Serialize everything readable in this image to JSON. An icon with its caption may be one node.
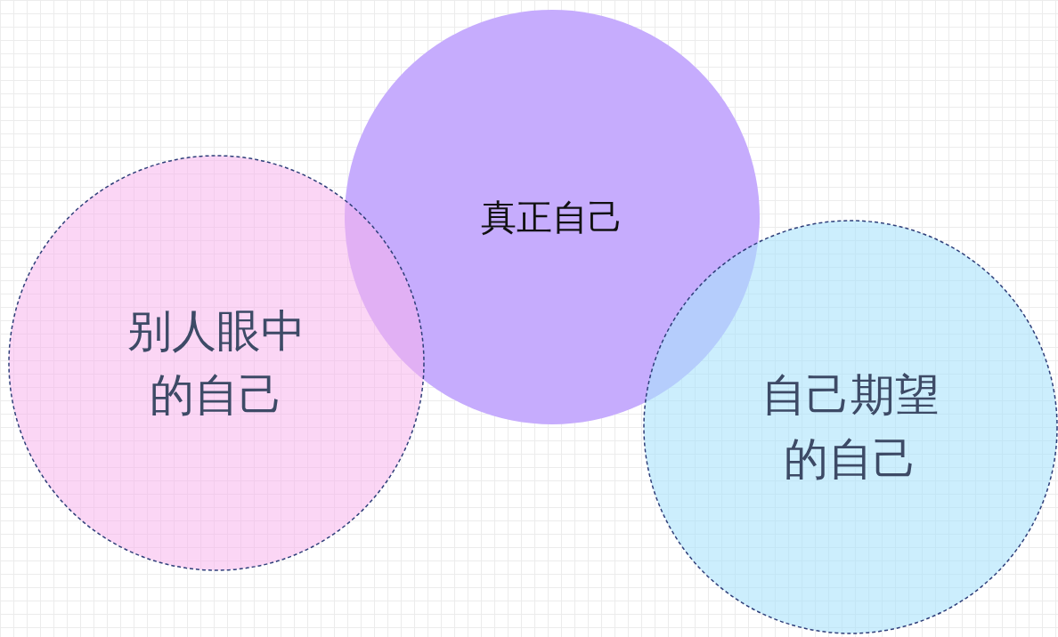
{
  "diagram": {
    "nodes": [
      {
        "text": [
          "别人眼中的自己"
        ]
      },
      {
        "text": [
          "真正自己"
        ]
      },
      {
        "text": [
          "自己期望的自己"
        ]
      }
    ]
  }
}
